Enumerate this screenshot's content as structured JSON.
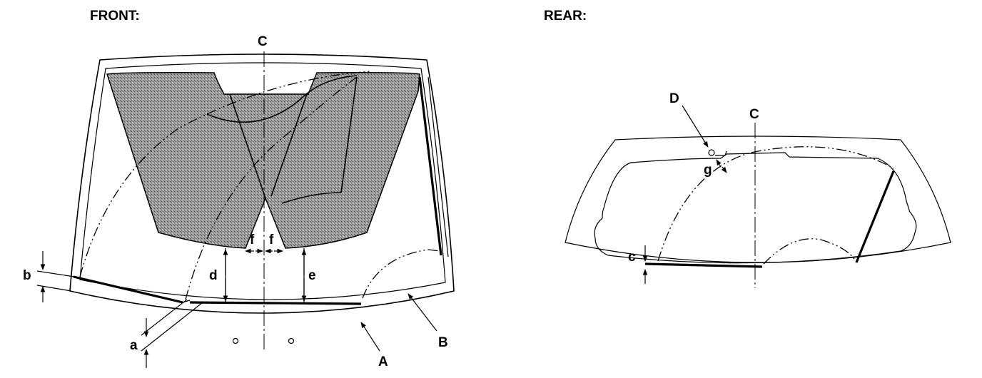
{
  "headings": {
    "front": "FRONT:",
    "rear": "REAR:"
  },
  "labels": {
    "front_center": "C",
    "rear_center": "C",
    "callout_a_part": "A",
    "callout_b_part": "B",
    "callout_d_part": "D",
    "dim_a": "a",
    "dim_b": "b",
    "dim_c": "c",
    "dim_d": "d",
    "dim_e": "e",
    "dim_f_left": "f",
    "dim_f_right": "f",
    "dim_g": "g"
  },
  "colors": {
    "line": "#000000",
    "wiped_area": "#8a8a8a",
    "background": "#ffffff"
  }
}
